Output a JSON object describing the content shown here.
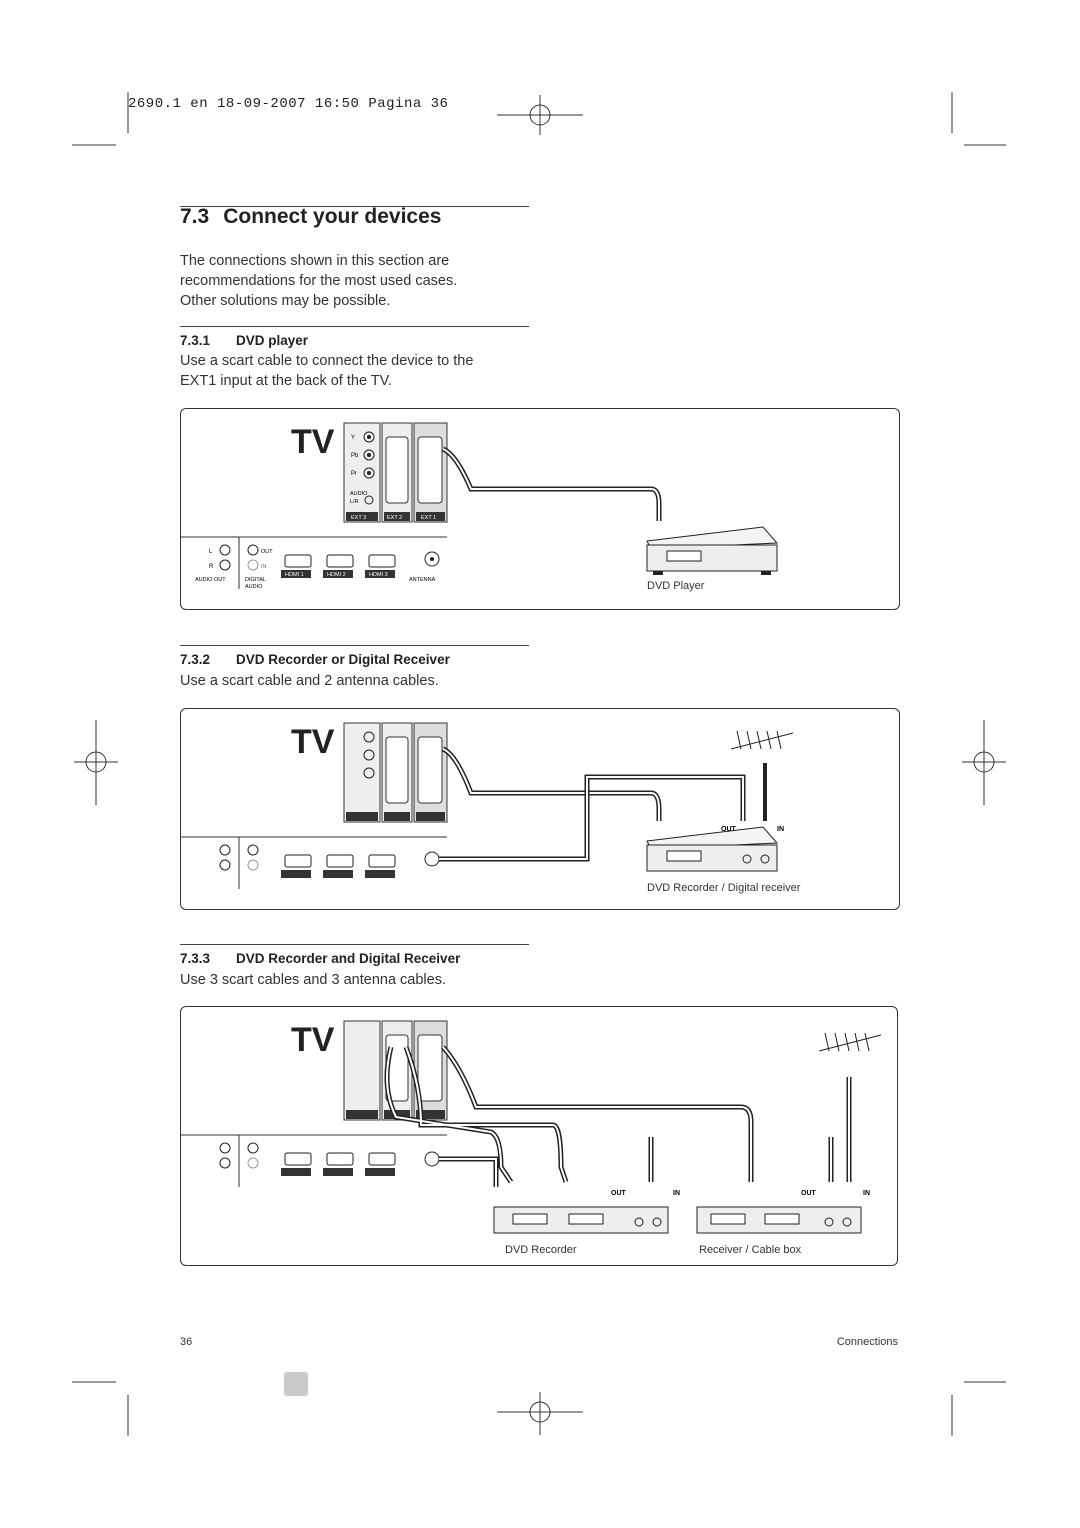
{
  "header": {
    "text": "2690.1 en  18-09-2007  16:50  Pagina 36"
  },
  "section": {
    "number": "7.3",
    "title": "Connect your devices",
    "intro": [
      "The connections shown in this section are",
      "recommendations for the most used cases.",
      "Other solutions may be possible."
    ]
  },
  "subsections": [
    {
      "number": "7.3.1",
      "title": "DVD player",
      "text": [
        "Use a scart cable to connect the device to the",
        "EXT1 input at the back of the TV."
      ]
    },
    {
      "number": "7.3.2",
      "title": "DVD Recorder or Digital Receiver",
      "text": [
        "Use a scart cable and 2 antenna cables."
      ]
    },
    {
      "number": "7.3.3",
      "title": "DVD Recorder and Digital Receiver",
      "text": [
        "Use 3 scart cables and 3 antenna cables."
      ]
    }
  ],
  "tv_panel": {
    "tv_label": "TV",
    "y": "Y",
    "pb": "Pb",
    "pr": "Pr",
    "audio": "AUDIO",
    "lr": "L/R",
    "ext3": "EXT 3",
    "ext2": "EXT 2",
    "ext1": "EXT 1",
    "l": "L",
    "r": "R",
    "out": "OUT",
    "in": "IN",
    "audio_out": "AUDIO OUT",
    "digital": "DIGITAL",
    "digital_audio": "AUDIO",
    "hdmi1": "HDMI 1",
    "hdmi2": "HDMI 2",
    "hdmi3": "HDMI 3",
    "antenna": "ANTENNA"
  },
  "devices": {
    "dvd_player": "DVD Player",
    "dvd_recorder_digital_receiver": "DVD Recorder / Digital receiver",
    "dvd_recorder": "DVD Recorder",
    "receiver_cable_box": "Receiver / Cable box",
    "out": "OUT",
    "in": "IN"
  },
  "footer": {
    "page_number": "36",
    "chapter": "Connections"
  }
}
